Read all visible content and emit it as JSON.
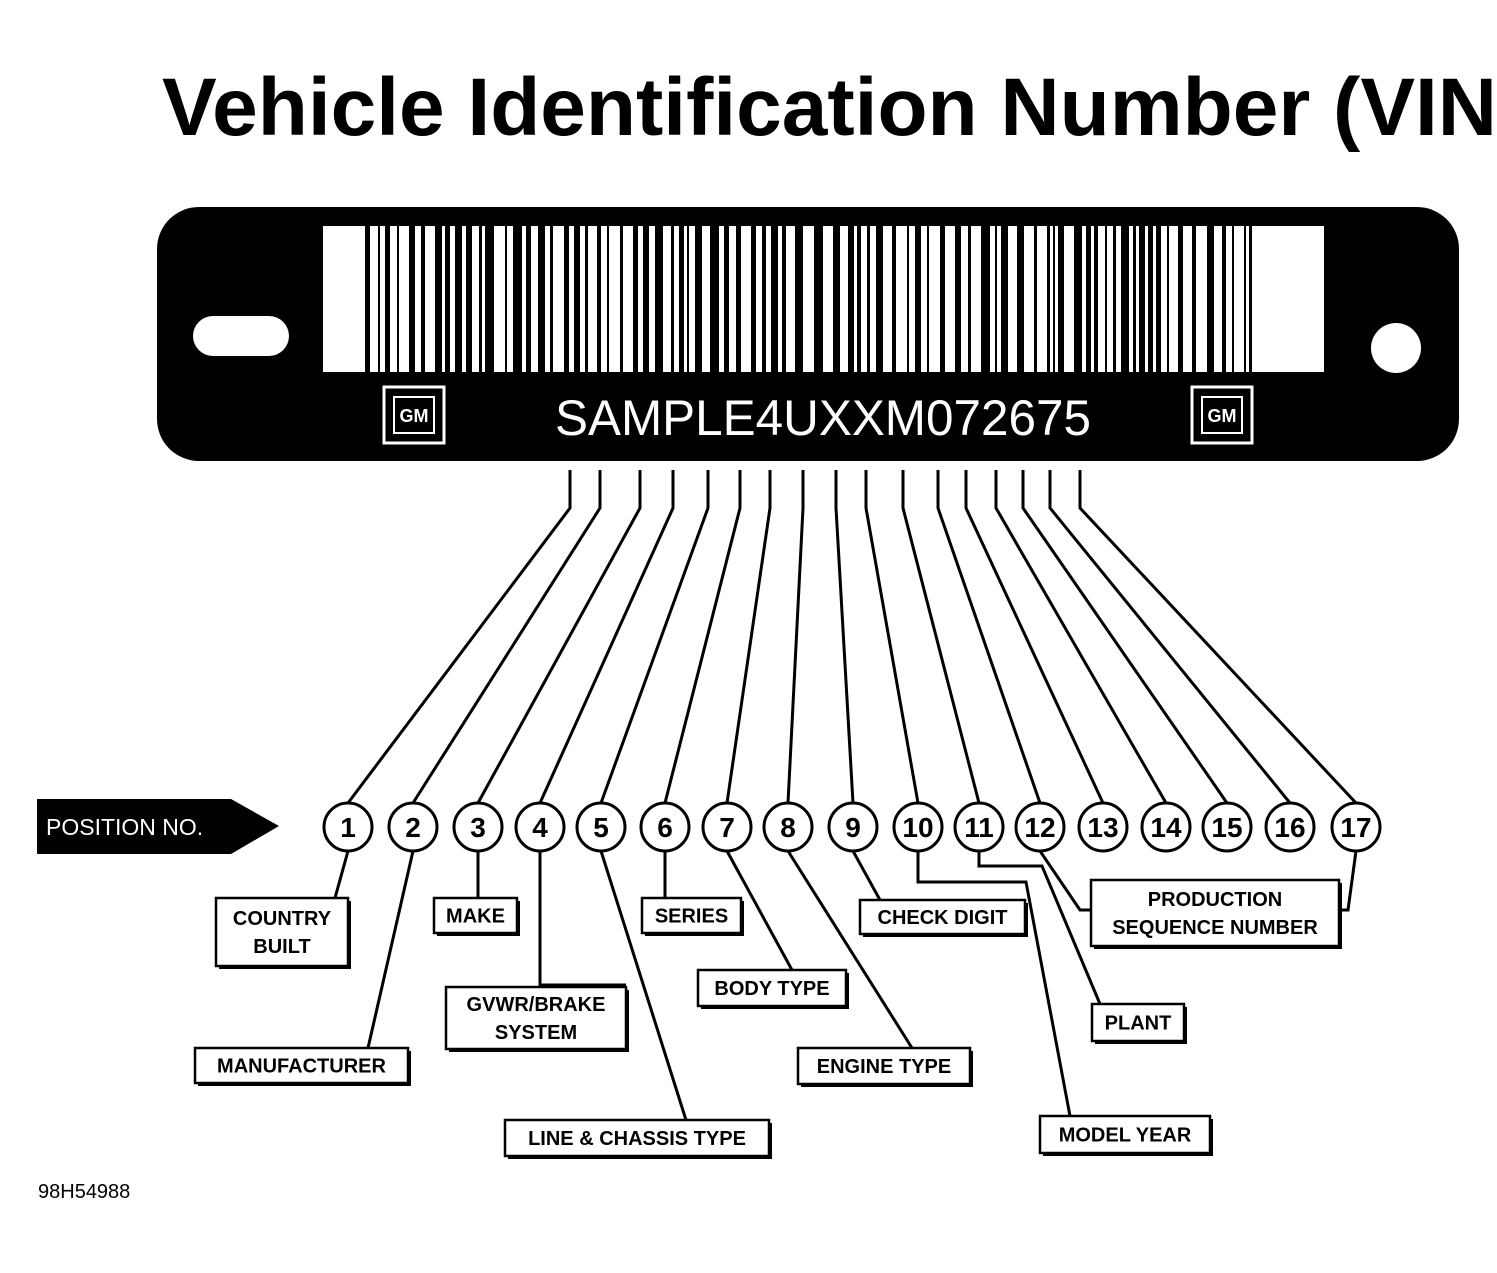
{
  "title": "Vehicle Identification Number (VIN)",
  "plate": {
    "vin": "SAMPLE4UXXM072675",
    "logo_left": "GM",
    "logo_right": "GM"
  },
  "position_label": "POSITION NO.",
  "positions": [
    "1",
    "2",
    "3",
    "4",
    "5",
    "6",
    "7",
    "8",
    "9",
    "10",
    "11",
    "12",
    "13",
    "14",
    "15",
    "16",
    "17"
  ],
  "labels": [
    {
      "lines": [
        "COUNTRY",
        "BUILT"
      ]
    },
    {
      "lines": [
        "MANUFACTURER"
      ]
    },
    {
      "lines": [
        "MAKE"
      ]
    },
    {
      "lines": [
        "GVWR/BRAKE",
        "SYSTEM"
      ]
    },
    {
      "lines": [
        "LINE & CHASSIS TYPE"
      ]
    },
    {
      "lines": [
        "SERIES"
      ]
    },
    {
      "lines": [
        "BODY TYPE"
      ]
    },
    {
      "lines": [
        "ENGINE TYPE"
      ]
    },
    {
      "lines": [
        "CHECK DIGIT"
      ]
    },
    {
      "lines": [
        "MODEL YEAR"
      ]
    },
    {
      "lines": [
        "PLANT"
      ]
    },
    {
      "lines": [
        "PRODUCTION",
        "SEQUENCE NUMBER"
      ]
    }
  ],
  "figure_code": "98H54988"
}
